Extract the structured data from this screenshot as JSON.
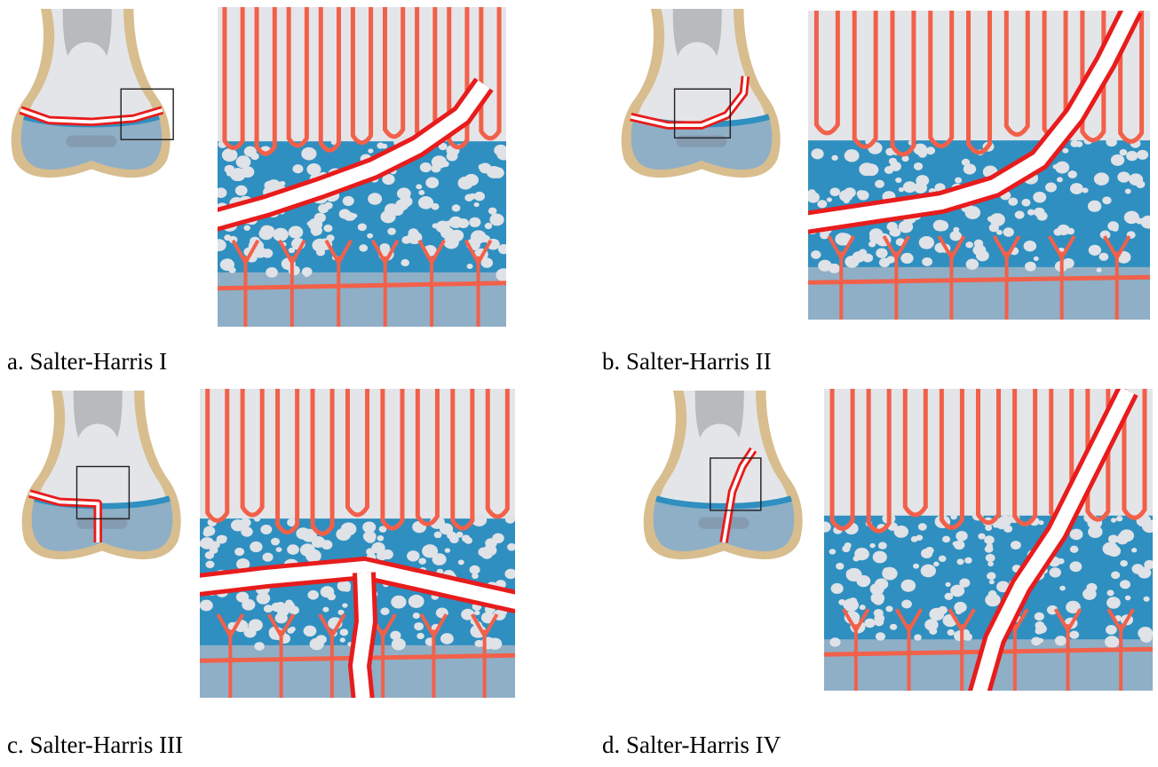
{
  "figure": {
    "panels": [
      {
        "id": "a",
        "caption": "a. Salter-Harris I"
      },
      {
        "id": "b",
        "caption": "b. Salter-Harris II"
      },
      {
        "id": "c",
        "caption": "c. Salter-Harris III"
      },
      {
        "id": "d",
        "caption": "d. Salter-Harris IV"
      }
    ]
  },
  "colors": {
    "background": "#ffffff",
    "bone": "#e4e5e8",
    "cortex": "#d8bd8e",
    "marrow": "#b8babd",
    "physis_cartilage": "#2f8fc0",
    "epiphysis": "#8fafc6",
    "chondrocyte": "#dfe2e6",
    "vessel": "#f2604a",
    "fracture_line": "#e81c1c",
    "inset_frame": "#222222"
  }
}
